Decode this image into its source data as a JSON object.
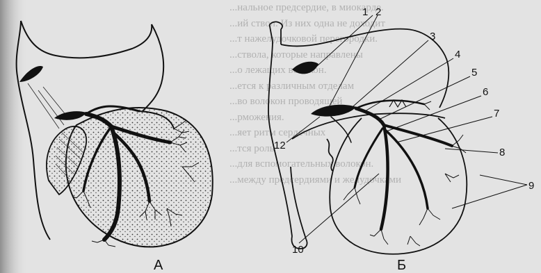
{
  "figure": {
    "panel_a_label": "А",
    "panel_b_label": "Б",
    "callouts": [
      "1",
      "2",
      "3",
      "4",
      "5",
      "6",
      "7",
      "8",
      "9",
      "10",
      "12"
    ]
  },
  "background_text": [
    "...нальное предсердие, в миокарде.",
    "...ий ствол. Из них одна не доходит",
    "...т нажелудочковой перегородки.",
    "...ствола, которые направлены",
    "...о лежащих волокон.",
    "...ется к различным отделам",
    "...во волокон проводящей",
    "...рможения.",
    "...яет ритм сердечных",
    "...тся роль",
    "...для вспомогательных волокон.",
    "...между предсердиями и желудочками"
  ]
}
